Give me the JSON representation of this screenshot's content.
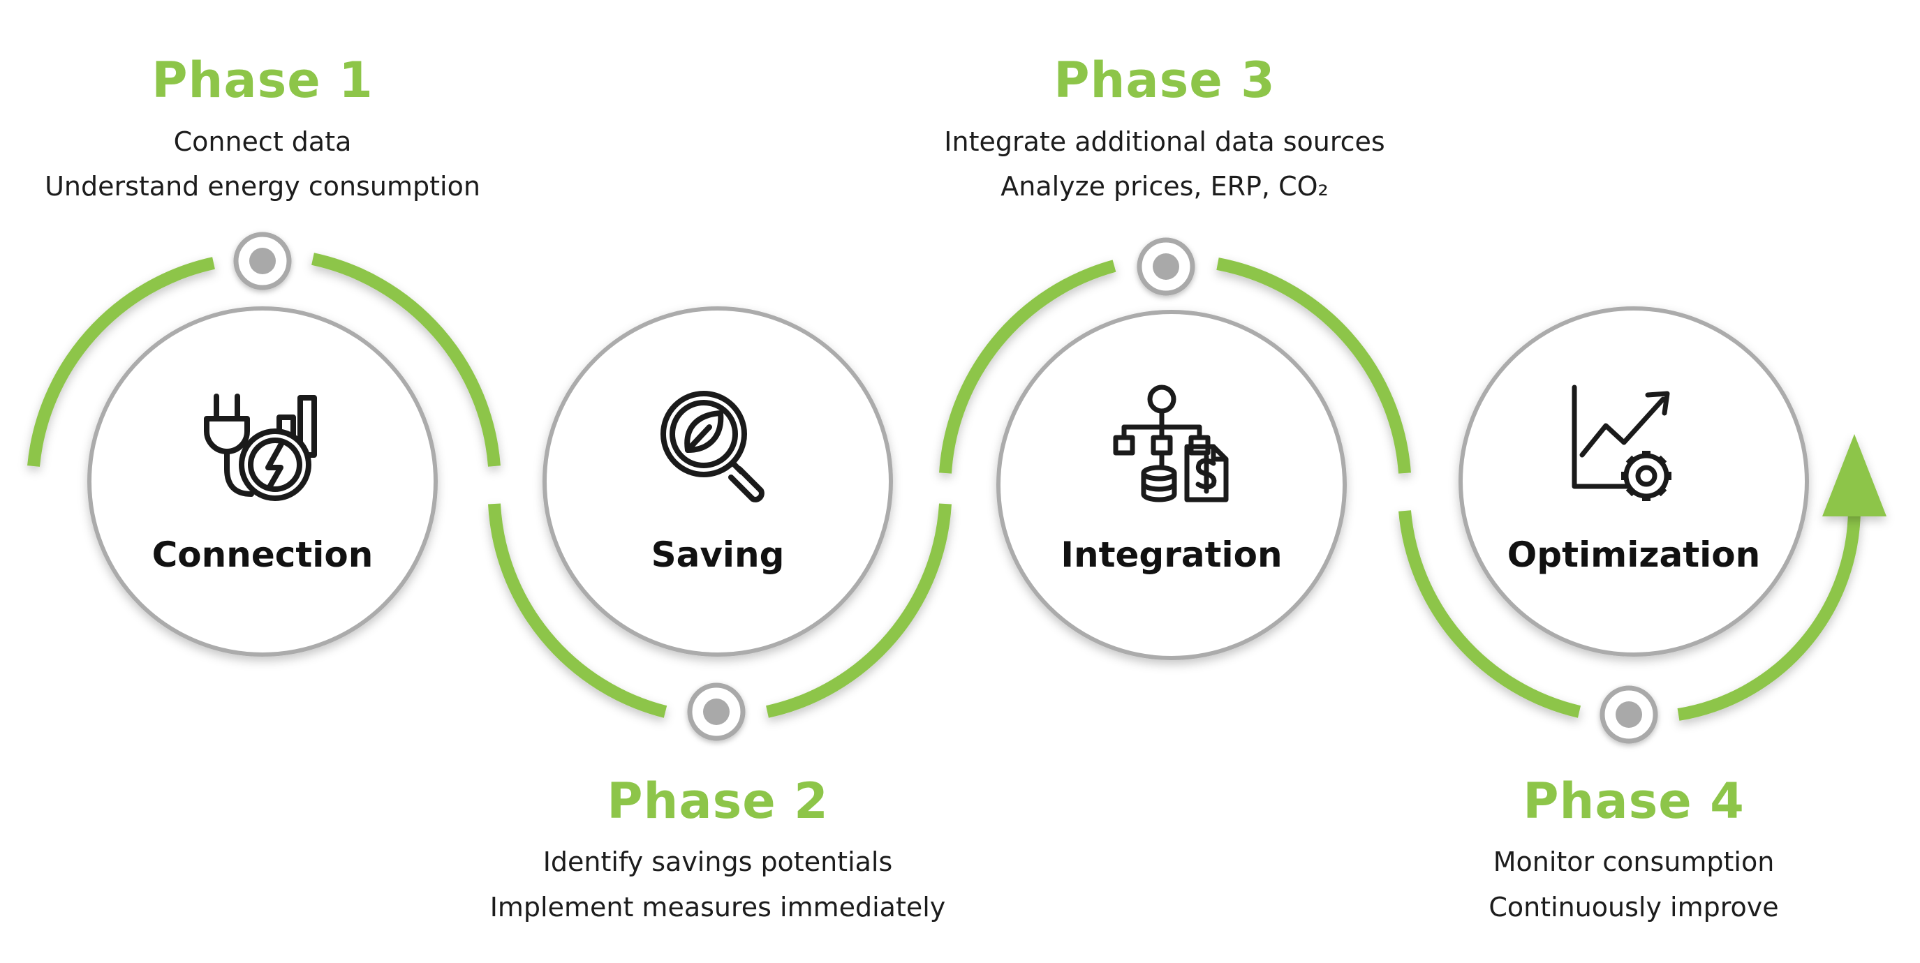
{
  "colors": {
    "accent": "#8dc549",
    "ring": "#a9a9a9",
    "text": "#1c1c1c"
  },
  "phases": [
    {
      "title": "Phase 1",
      "lines": [
        "Connect data",
        "Understand energy consumption"
      ],
      "step": "Connection",
      "icon": "plug-energy-icon"
    },
    {
      "title": "Phase 2",
      "lines": [
        "Identify savings potentials",
        "Implement measures immediately"
      ],
      "step": "Saving",
      "icon": "magnifier-leaf-icon"
    },
    {
      "title": "Phase 3",
      "lines": [
        "Integrate additional data sources",
        "Analyze prices, ERP, CO₂"
      ],
      "step": "Integration",
      "icon": "flowchart-database-invoice-icon"
    },
    {
      "title": "Phase 4",
      "lines": [
        "Monitor consumption",
        "Continuously improve"
      ],
      "step": "Optimization",
      "icon": "chart-gear-icon"
    }
  ]
}
